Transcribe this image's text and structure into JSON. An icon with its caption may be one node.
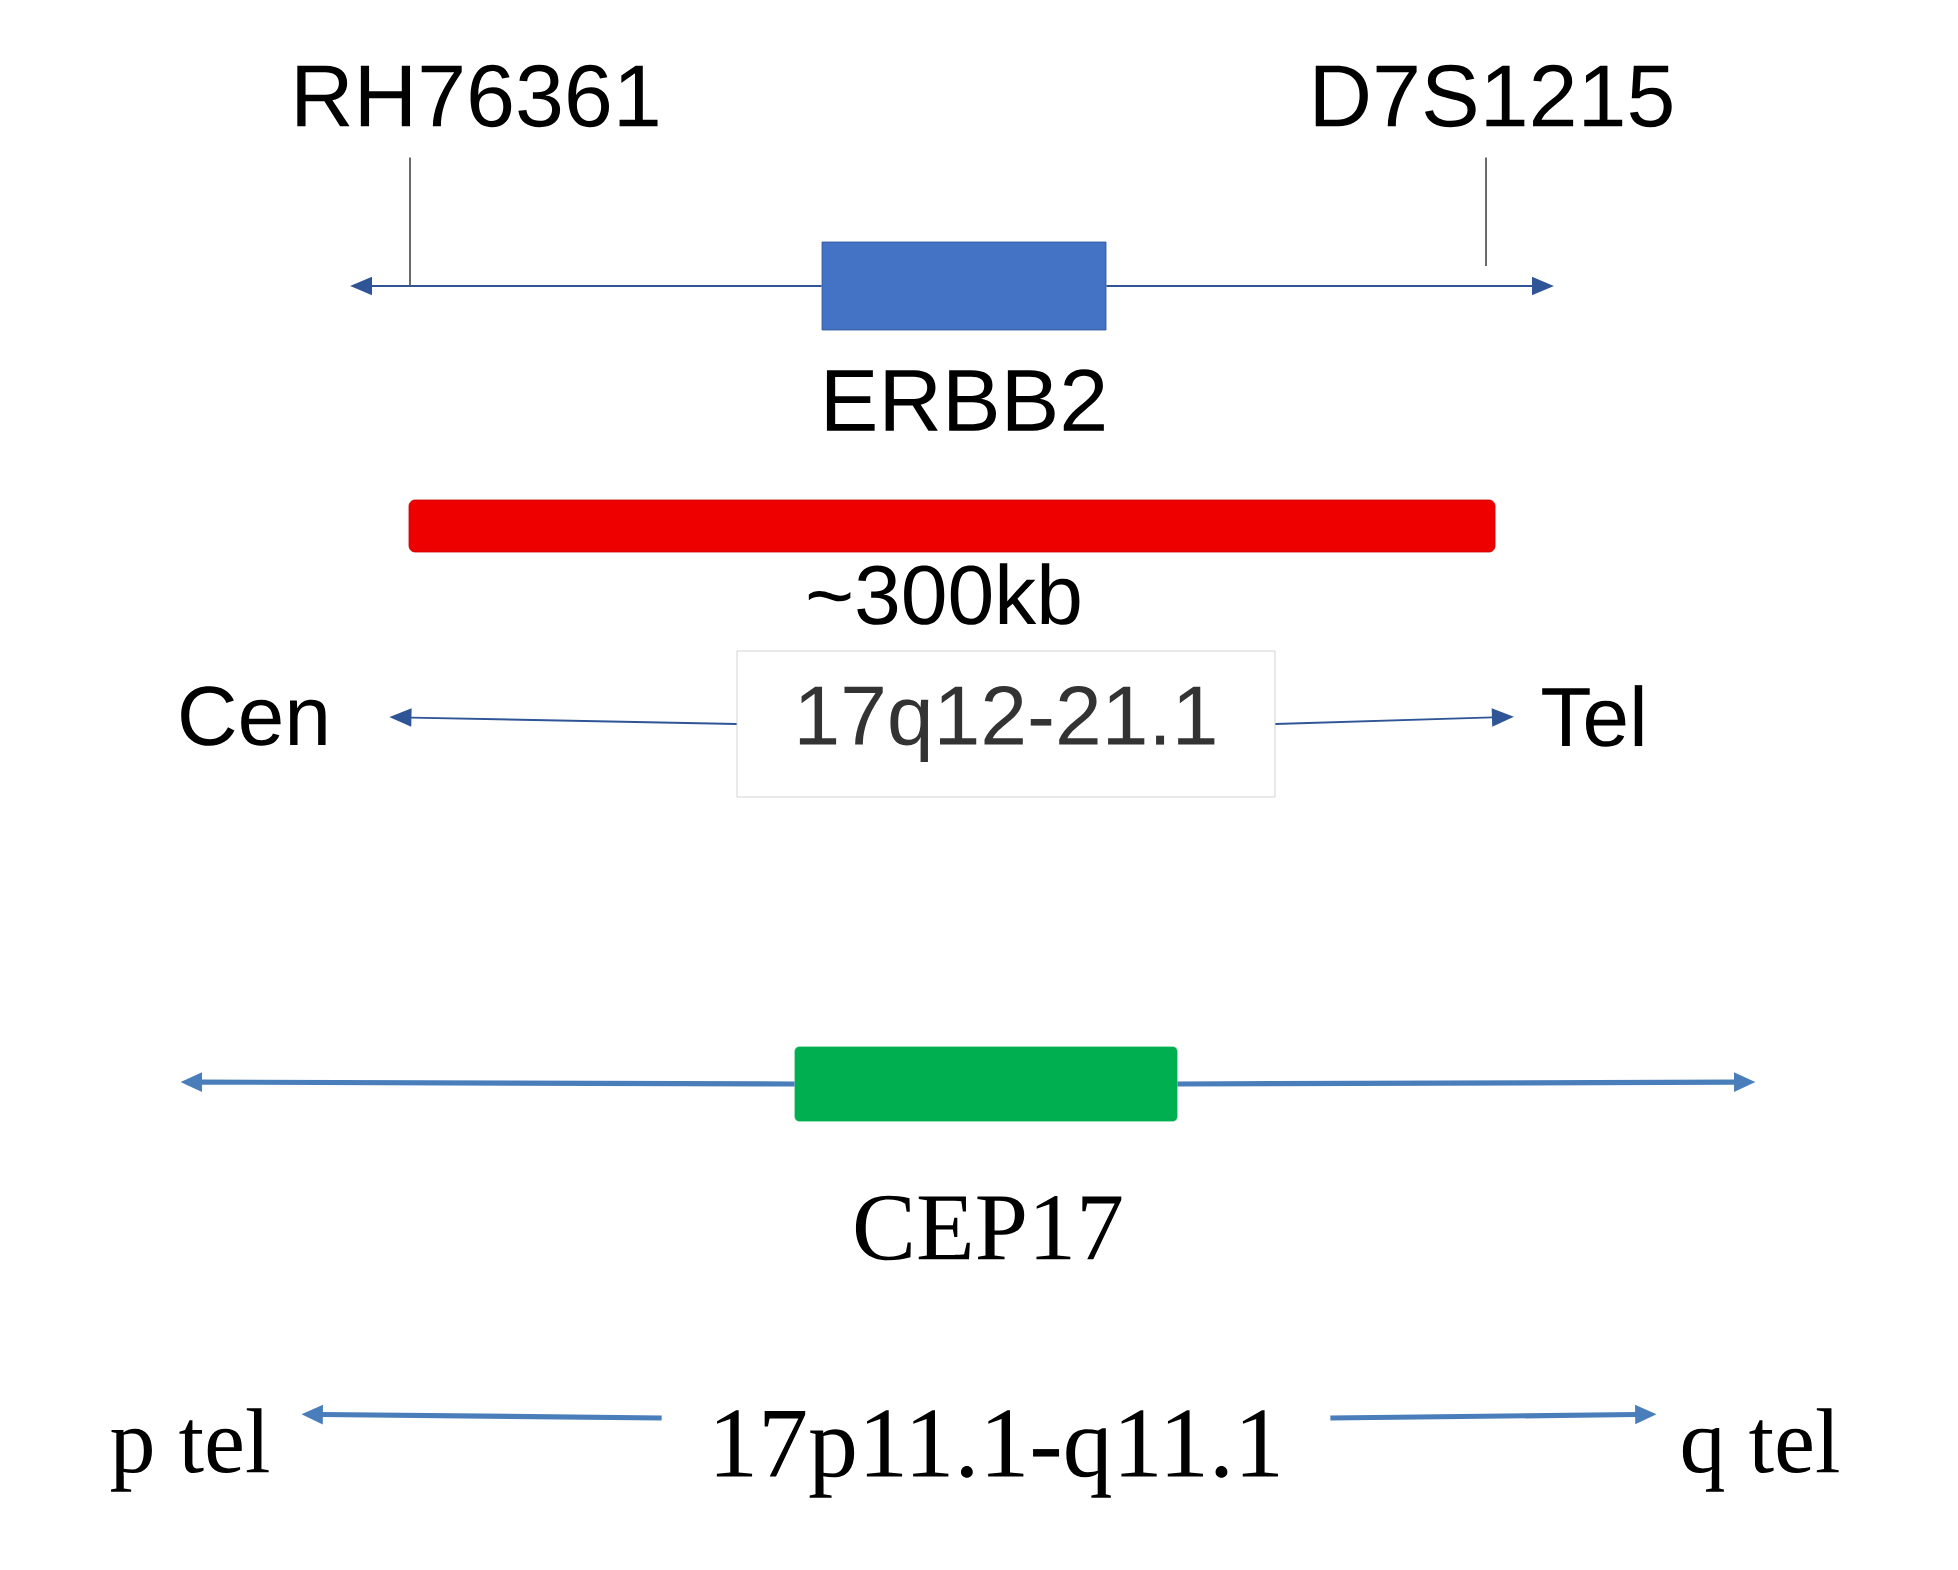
{
  "diagram": {
    "nodes": [
      {
        "text": [
          "ERBB2"
        ]
      },
      {
        "text": [
          "~300kb"
        ]
      },
      {
        "text": [
          "17q12-21.1"
        ]
      },
      {
        "text": [
          "Cen"
        ]
      },
      {
        "text": [
          "Tel"
        ]
      },
      {
        "text": [
          "CEP17"
        ]
      },
      {
        "text": [
          "17p11.1-q11.1"
        ]
      },
      {
        "text": [
          "p tel"
        ]
      },
      {
        "text": [
          "q tel"
        ]
      },
      {
        "text": [
          "RH76361"
        ]
      },
      {
        "text": [
          "D7S1215"
        ]
      }
    ],
    "edges": [
      {
        "from": 0,
        "to": null,
        "arrow": "to"
      },
      {
        "from": 0,
        "to": null,
        "arrow": "to"
      },
      {
        "from": 9,
        "to": null,
        "arrow": "none",
        "color": "#595959"
      },
      {
        "from": 10,
        "to": null,
        "arrow": "none",
        "color": "#595959"
      },
      {
        "from": 2,
        "to": 3,
        "arrow": "to"
      },
      {
        "from": 2,
        "to": 4,
        "arrow": "to"
      },
      {
        "from": 5,
        "to": null,
        "arrow": "to",
        "style": "thick",
        "color": "#4a7ebb"
      },
      {
        "from": 5,
        "to": null,
        "arrow": "to",
        "style": "thick",
        "color": "#4a7ebb"
      },
      {
        "from": 6,
        "to": 7,
        "arrow": "to",
        "style": "thick",
        "color": "#4a7ebb"
      },
      {
        "from": 6,
        "to": 8,
        "arrow": "to",
        "style": "thick",
        "color": "#4a7ebb"
      }
    ]
  }
}
